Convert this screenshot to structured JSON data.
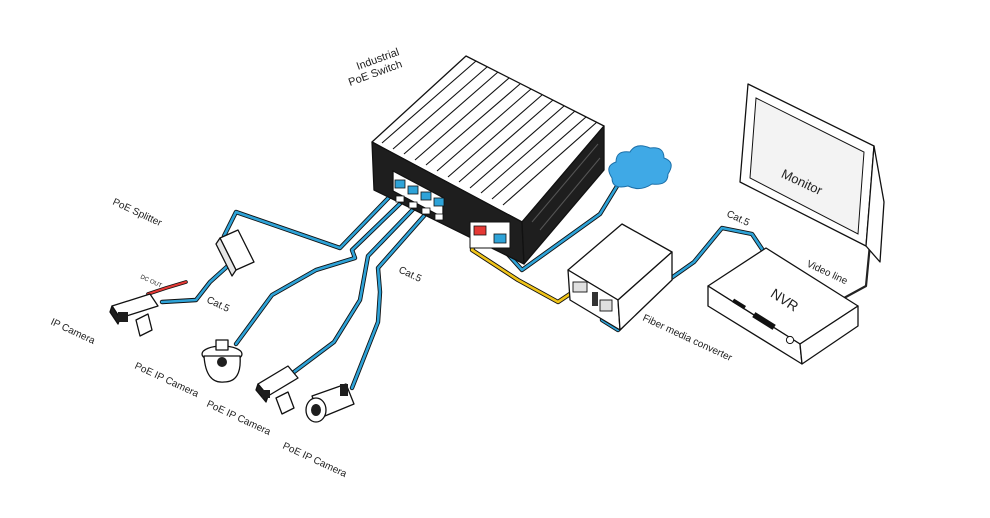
{
  "labels": {
    "switch_line1": "Industrial",
    "switch_line2": "PoE Switch",
    "poe_splitter": "PoE Splitter",
    "dc_out": "DC OUT",
    "cat5_splitter": "Cat.5",
    "cat5_middle": "Cat.5",
    "cat5_nvr": "Cat.5",
    "ip_camera": "IP Camera",
    "poe_camera_1": "PoE IP Camera",
    "poe_camera_2": "PoE IP Camera",
    "poe_camera_3": "PoE IP Camera",
    "cloud": "",
    "monitor": "Monitor",
    "video_line": "Video line",
    "nvr": "NVR",
    "fiber_converter": "Fiber media converter"
  },
  "colors": {
    "ethernet_cable": "#2ea3d8",
    "fiber_cable": "#f0c419",
    "power_cable": "#e53935",
    "device_fill": "#1e1e1e",
    "device_outline": "#111111",
    "cloud": "#3fa9e6"
  }
}
